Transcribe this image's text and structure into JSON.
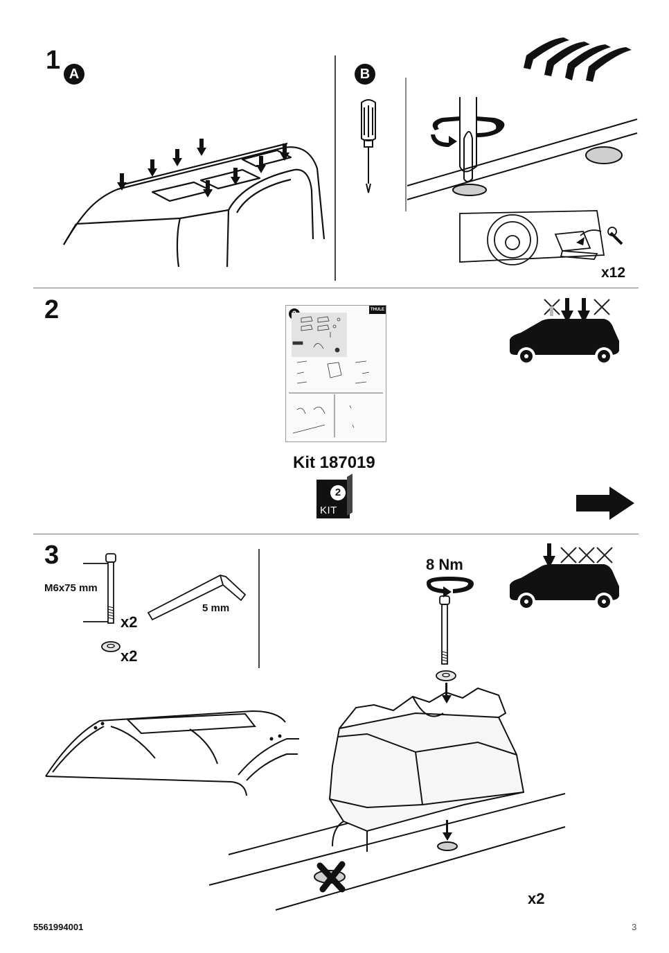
{
  "step1": {
    "number": "1",
    "label_a": "A",
    "label_b": "B",
    "quantity": "x12"
  },
  "step2": {
    "number": "2",
    "kit_title": "Kit 187019",
    "kit_box_number": "2",
    "kit_box_label": "KIT",
    "booklet_badge": "2",
    "booklet_brand": "THULE"
  },
  "step3": {
    "number": "3",
    "bolt_size": "M6x75 mm",
    "bolt_quantity": "x2",
    "washer_quantity": "x2",
    "hex_key_size": "5 mm",
    "torque": "8 Nm",
    "foot_quantity": "x2"
  },
  "footer": {
    "part_number": "5561994001",
    "page_number": "3"
  }
}
